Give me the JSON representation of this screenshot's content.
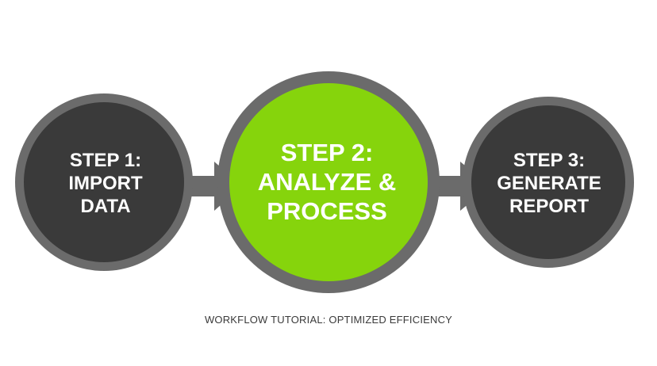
{
  "steps": [
    {
      "id": "step-1",
      "lines": [
        "STEP 1:",
        "IMPORT",
        "DATA"
      ],
      "fill": "#3a3a3a",
      "ring": "#6b6b6b",
      "active": false
    },
    {
      "id": "step-2",
      "lines": [
        "STEP 2:",
        "ANALYZE &",
        "PROCESS"
      ],
      "fill": "#86d40c",
      "ring": "#6b6b6b",
      "active": true
    },
    {
      "id": "step-3",
      "lines": [
        "STEP 3:",
        "GENERATE",
        "REPORT"
      ],
      "fill": "#3a3a3a",
      "ring": "#6b6b6b",
      "active": false
    }
  ],
  "arrow_color": "#6b6b6b",
  "caption": "WORKFLOW TUTORIAL: OPTIMIZED EFFICIENCY"
}
